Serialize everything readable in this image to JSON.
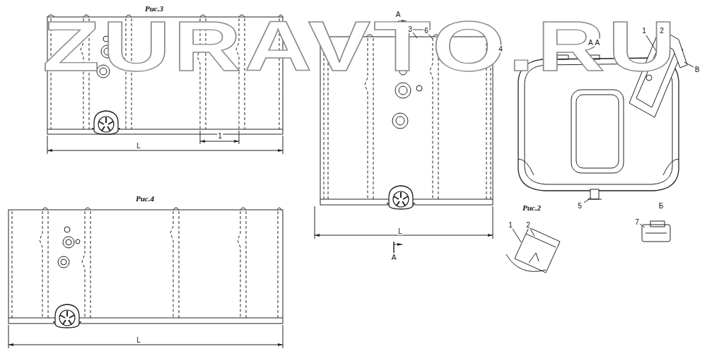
{
  "diagram": {
    "labels": [
      "Рис.3",
      "ZURAVTO.RU",
      "А",
      "3",
      "6",
      "4",
      "1",
      "2",
      "А А",
      "В",
      "1",
      "L",
      "Рис.4",
      "5",
      "Рис.2",
      "Б",
      "L",
      "А",
      "1",
      "2",
      "7",
      "L"
    ]
  }
}
